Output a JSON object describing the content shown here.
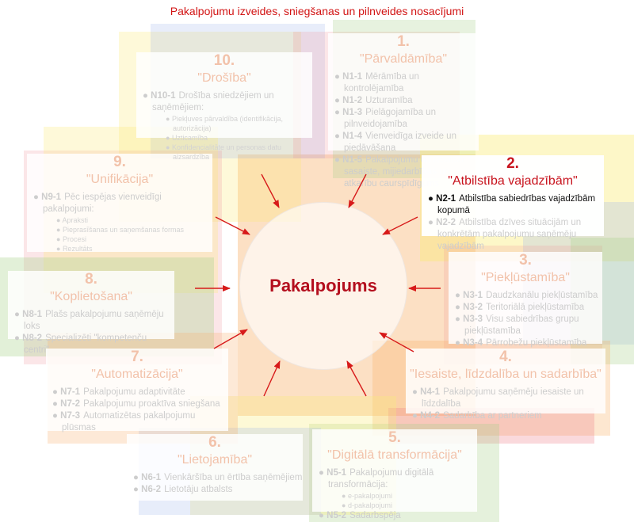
{
  "page_title": "Pakalpojumu izveides, sniegšanas un pilnveides nosacījumi",
  "center_label": "Pakalpojums",
  "colors": {
    "active": "#c8141e",
    "title": "#d21414",
    "arrow": "#d71a1a"
  },
  "panels": [
    {
      "number": "1.",
      "name": "\"Pārvaldāmība\"",
      "items": [
        {
          "code": "N1-1",
          "text": "Mērāmība un kontrolējamība"
        },
        {
          "code": "N1-2",
          "text": "Uzturamība"
        },
        {
          "code": "N1-3",
          "text": "Pielāgojamība un pilnveidojamība"
        },
        {
          "code": "N1-4",
          "text": "Vienveidīga izveide un piedāvāšana"
        },
        {
          "code": "N1-5",
          "text": "Pakalpojumu un resursu sasaiste, mijiedarbības un atkarību caurspīdīgums"
        }
      ]
    },
    {
      "number": "2.",
      "name": "\"Atbilstība vajadzībām\"",
      "items": [
        {
          "code": "N2-1",
          "text": "Atbilstība sabiedrības vajadzībām kopumā"
        },
        {
          "code": "N2-2",
          "text": "Atbilstība dzīves situācijām un konkrētām pakalpojumu saņēmēju vajadzībām"
        }
      ]
    },
    {
      "number": "3.",
      "name": "\"Piekļūstamība\"",
      "items": [
        {
          "code": "N3-1",
          "text": "Daudzkanālu piekļūstamība"
        },
        {
          "code": "N3-2",
          "text": "Teritoriālā piekļūstamība"
        },
        {
          "code": "N3-3",
          "text": "Visu sabiedrības grupu piekļūstamība"
        },
        {
          "code": "N3-4",
          "text": "Pārrobežu piekļūstamība"
        }
      ]
    },
    {
      "number": "4.",
      "name": "\"Iesaiste, līdzdalība un sadarbība\"",
      "items": [
        {
          "code": "N4-1",
          "text": "Pakalpojumu saņēmēju iesaiste un līdzdalība"
        },
        {
          "code": "N4-2",
          "text": "Sadarbība ar partneriem"
        }
      ]
    },
    {
      "number": "5.",
      "name": "\"Digitālā transformācija\"",
      "items": [
        {
          "code": "N5-1",
          "text": "Pakalpojumu digitālā transformācija:"
        },
        {
          "code": "N5-2",
          "text": "Sadarbspēja"
        }
      ],
      "subitems": [
        "e-pakalpojumi",
        "d-pakalpojumi"
      ]
    },
    {
      "number": "6.",
      "name": "\"Lietojamība\"",
      "items": [
        {
          "code": "N6-1",
          "text": "Vienkāršība un ērtība saņēmējiem"
        },
        {
          "code": "N6-2",
          "text": "Lietotāju atbalsts"
        }
      ]
    },
    {
      "number": "7.",
      "name": "\"Automatizācija\"",
      "items": [
        {
          "code": "N7-1",
          "text": "Pakalpojumu adaptivitāte"
        },
        {
          "code": "N7-2",
          "text": "Pakalpojumu proaktīva sniegšana"
        },
        {
          "code": "N7-3",
          "text": "Automatizētas pakalpojumu plūsmas"
        }
      ]
    },
    {
      "number": "8.",
      "name": "\"Koplietošana\"",
      "items": [
        {
          "code": "N8-1",
          "text": "Plašs pakalpojumu saņēmēju loks"
        },
        {
          "code": "N8-2",
          "text": "Specializēti \"kompetenču centri\""
        }
      ]
    },
    {
      "number": "9.",
      "name": "\"Unifikācija\"",
      "items": [
        {
          "code": "N9-1",
          "text": "Pēc iespējas vienveidīgi pakalpojumi:"
        }
      ],
      "subitems": [
        "Apraksti",
        "Pieprasīšanas un saņemšanas formas",
        "Procesi",
        "Rezultāts"
      ]
    },
    {
      "number": "10.",
      "name": "\"Drošība\"",
      "items": [
        {
          "code": "N10-1",
          "text": "Drošība sniedzējiem un saņēmējiem:"
        }
      ],
      "subitems": [
        "Piekļuves pārvaldība (identifikācija, autorizācija)",
        "Uzticamība",
        "Konfidencialitāte un personas datu aizsardzība"
      ]
    }
  ]
}
